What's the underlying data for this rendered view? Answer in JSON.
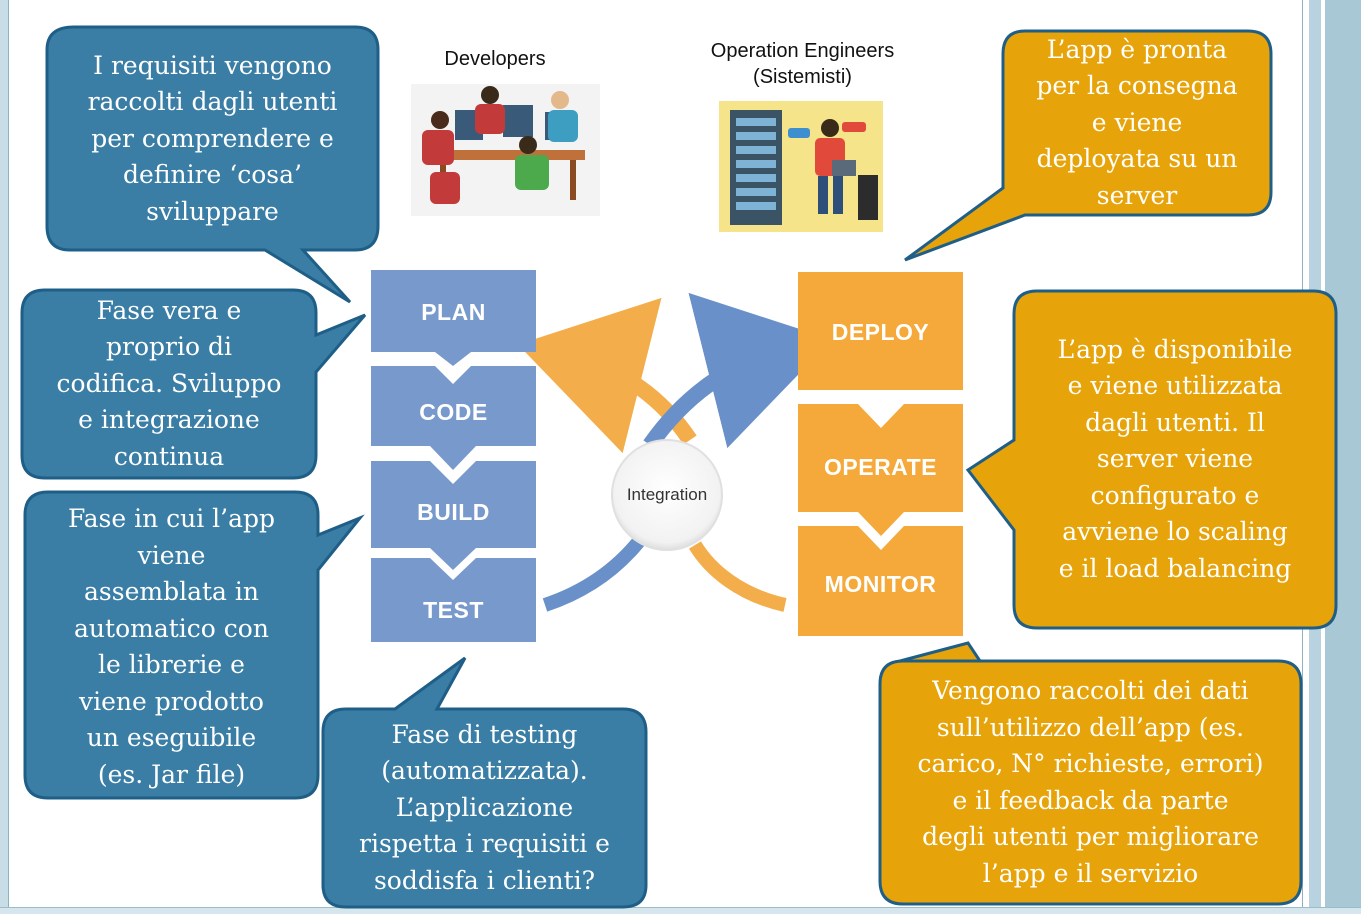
{
  "roles": {
    "developers": "Developers",
    "operations": "Operation Engineers\n(Sistemisti)"
  },
  "stages": {
    "plan": "PLAN",
    "code": "CODE",
    "build": "BUILD",
    "test": "TEST",
    "deploy": "DEPLOY",
    "operate": "OPERATE",
    "monitor": "MONITOR"
  },
  "center": {
    "label": "Integration"
  },
  "bubbles": {
    "plan": "I requisiti vengono\nraccolti dagli utenti\nper comprendere e\ndefinire ‘cosa’\nsviluppare",
    "code": "Fase vera e\nproprio di\ncodifica. Sviluppo\ne integrazione\ncontinua",
    "build": "Fase in cui l’app\nviene\nassemblata in\nautomatico con\nle librerie e\nviene prodotto\nun eseguibile\n(es. Jar file)",
    "test": "Fase di testing\n(automatizzata).\nL’applicazione\nrispetta i requisiti e\nsoddisfa i clienti?",
    "deploy": "L’app è pronta\nper la consegna\ne viene\ndeployata su un\nserver",
    "operate": "L’app è disponibile\ne viene utilizzata\ndagli utenti. Il\nserver viene\nconfigurato e\navviene lo scaling\ne il load balancing",
    "monitor": "Vengono raccolti dei dati\nsull’utilizzo dell’app (es.\ncarico, N° richieste, errori)\ne il feedback da parte\ndegli utenti per migliorare\nl’app e il servizio"
  },
  "colors": {
    "blue_bubble": "#3a7da5",
    "orange_bubble": "#e7a30a",
    "bubble_border": "#1f5f87",
    "dev_stage": "#7899cc",
    "ops_stage": "#f5a93a",
    "arrow_orange": "#f4ad4b",
    "arrow_blue": "#6a90c9"
  }
}
